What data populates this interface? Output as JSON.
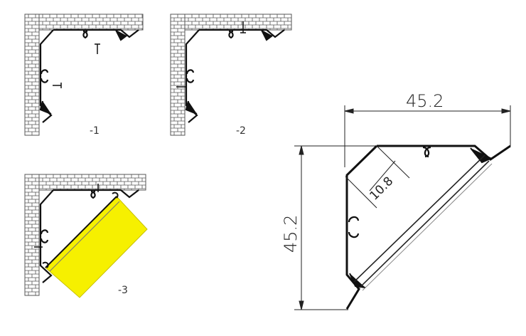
{
  "steps": [
    {
      "label": "-1"
    },
    {
      "label": "-2"
    },
    {
      "label": "-3"
    }
  ],
  "dimensions": {
    "width": "45.2",
    "height": "45.2",
    "depth": "10.8"
  },
  "colors": {
    "line": "#111111",
    "brick": "#555555",
    "diffuser": "#f6f000",
    "diffuser_edge": "#c8c000"
  }
}
